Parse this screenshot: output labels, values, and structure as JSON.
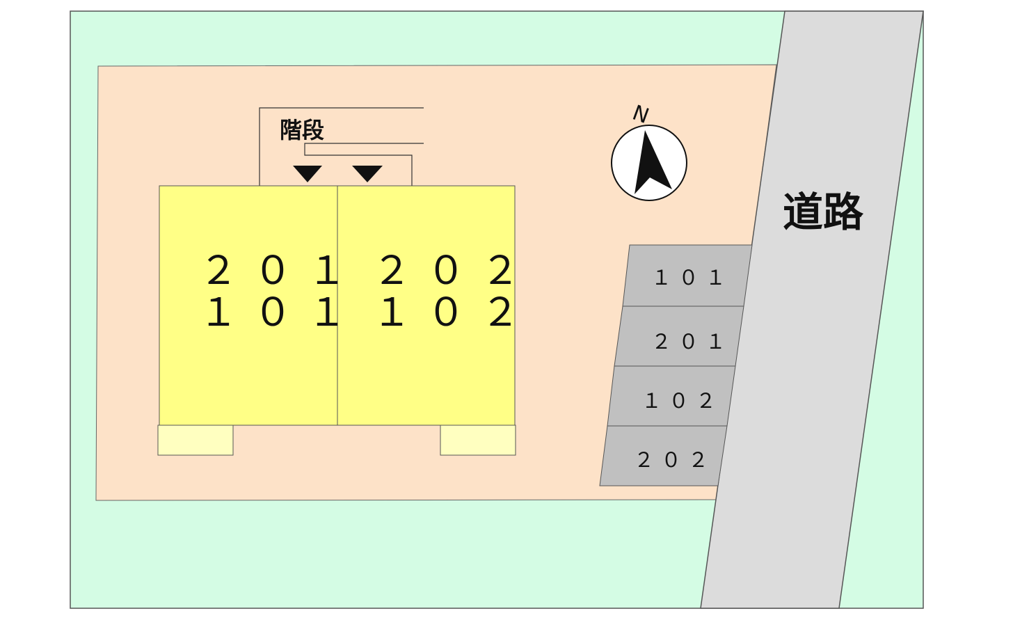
{
  "colors": {
    "ground": "#d4fce4",
    "site": "#fde2c8",
    "building": "#ffff86",
    "entry_pad": "#ffffc0",
    "road": "#dcdcdc",
    "parking": "#c0c0c0",
    "outline": "#555555"
  },
  "road": {
    "label": "道路"
  },
  "stairs": {
    "label": "階段"
  },
  "compass": {
    "north_label": "N",
    "icon": "north-arrow-icon"
  },
  "units": [
    {
      "upper": "２０１",
      "lower": "１０１"
    },
    {
      "upper": "２０２",
      "lower": "１０２"
    }
  ],
  "parking": [
    {
      "label": "１０１"
    },
    {
      "label": "２０１"
    },
    {
      "label": "１０２"
    },
    {
      "label": "２０２"
    }
  ]
}
